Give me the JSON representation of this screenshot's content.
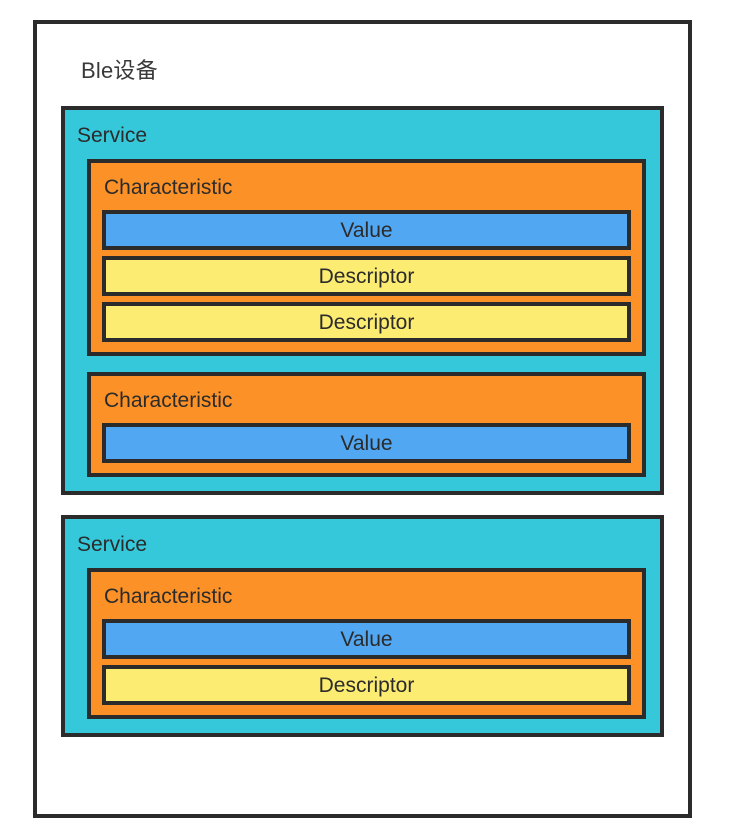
{
  "diagram": {
    "title": "Ble设备",
    "colors": {
      "background": "#ffffff",
      "stroke": "#2b2b2b",
      "service": "#35c8db",
      "characteristic": "#fc9227",
      "value": "#51a7f2",
      "descriptor": "#fcec72",
      "text": "#2b2b2b"
    },
    "services": [
      {
        "label": "Service",
        "characteristics": [
          {
            "label": "Characteristic",
            "rows": [
              {
                "type": "value",
                "label": "Value"
              },
              {
                "type": "descriptor",
                "label": "Descriptor"
              },
              {
                "type": "descriptor",
                "label": "Descriptor"
              }
            ]
          },
          {
            "label": "Characteristic",
            "rows": [
              {
                "type": "value",
                "label": "Value"
              }
            ]
          }
        ]
      },
      {
        "label": "Service",
        "characteristics": [
          {
            "label": "Characteristic",
            "rows": [
              {
                "type": "value",
                "label": "Value"
              },
              {
                "type": "descriptor",
                "label": "Descriptor"
              }
            ]
          }
        ]
      }
    ]
  }
}
